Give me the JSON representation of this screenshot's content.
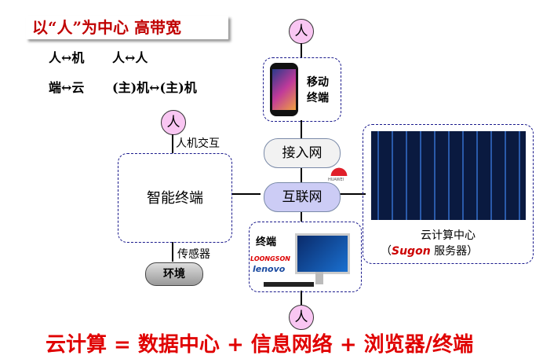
{
  "title": "以“人”为中心 高带宽",
  "relations": {
    "r1": "人↔机",
    "r2": "人↔人",
    "r3": "端↔云",
    "r4": "(主)机↔(主)机"
  },
  "person_label": "人",
  "mobile_label": "移动终端",
  "access_net": "接入网",
  "internet": "互联网",
  "smart_terminal": "智能终端",
  "hci_label": "人机交互",
  "sensor_label": "传感器",
  "environment": "环境",
  "terminal_label": "终端",
  "huawei": "HUAWEI",
  "loongson": "LOONGSON",
  "lenovo": "lenovo",
  "cloud_center": "云计算中心",
  "sugon_prefix": "（",
  "sugon": "Sugon",
  "sugon_suffix": " 服务器）",
  "formula": "云计算 = 数据中心 + 信息网络 + 浏览器/终端"
}
